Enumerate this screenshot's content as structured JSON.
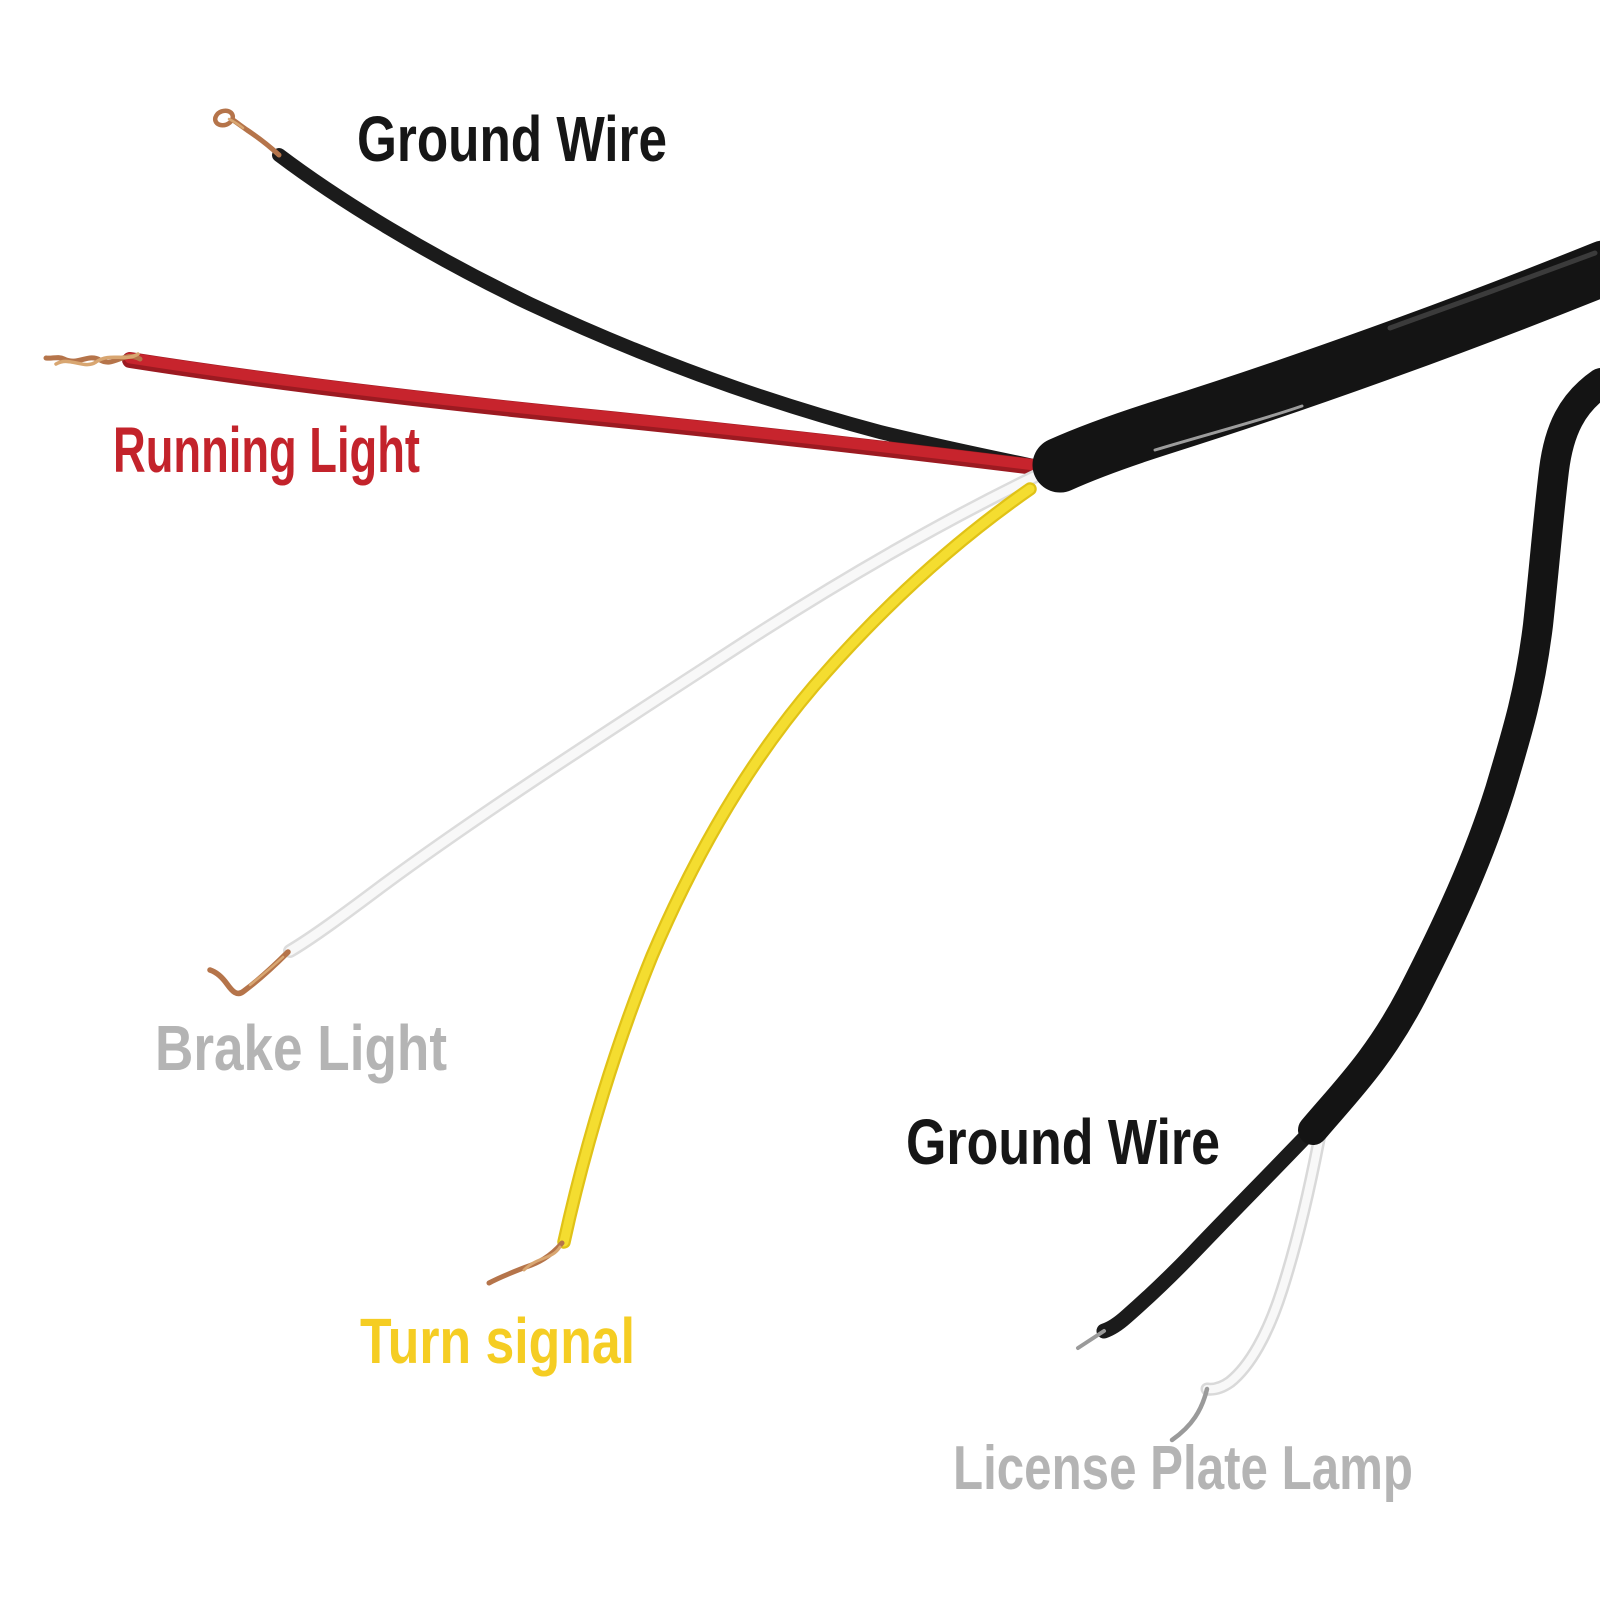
{
  "canvas": {
    "background": "#ffffff"
  },
  "labels": {
    "ground_wire_top": {
      "text": "Ground Wire",
      "color": "#161616"
    },
    "running_light": {
      "text": "Running Light",
      "color": "#c3232b"
    },
    "brake_light": {
      "text": "Brake Light",
      "color": "#b4b4b4"
    },
    "turn_signal": {
      "text": "Turn signal",
      "color": "#f5cd23"
    },
    "ground_wire_right": {
      "text": "Ground Wire",
      "color": "#161616"
    },
    "license_plate_lamp": {
      "text": "License Plate Lamp",
      "color": "#b4b4b4"
    }
  },
  "wires": {
    "main_cable_sheath": {
      "color": "#141414"
    },
    "cable_sheen_dark": {
      "color": "#3f3f3f"
    },
    "cable_sheen_light": {
      "color": "#bfbfbf"
    },
    "ground_wire_top": {
      "color": "#1b1b1b"
    },
    "running_light": {
      "color": "#c7242d",
      "shadow": "#9c1a21"
    },
    "brake_light": {
      "color": "#f8f8f8",
      "edge": "#dcdcdc"
    },
    "turn_signal": {
      "color": "#f4dd30",
      "edge": "#e0c217"
    },
    "right_cable_sheath": {
      "color": "#141414"
    },
    "ground_wire_right": {
      "color": "#1b1b1b"
    },
    "license_plate_lamp": {
      "color": "#f8f8f8",
      "edge": "#d9d9d9"
    },
    "copper_strands": {
      "color": "#b5744a",
      "highlight": "#d8a671"
    },
    "tinned_tip": {
      "color": "#9a9a9a"
    }
  }
}
